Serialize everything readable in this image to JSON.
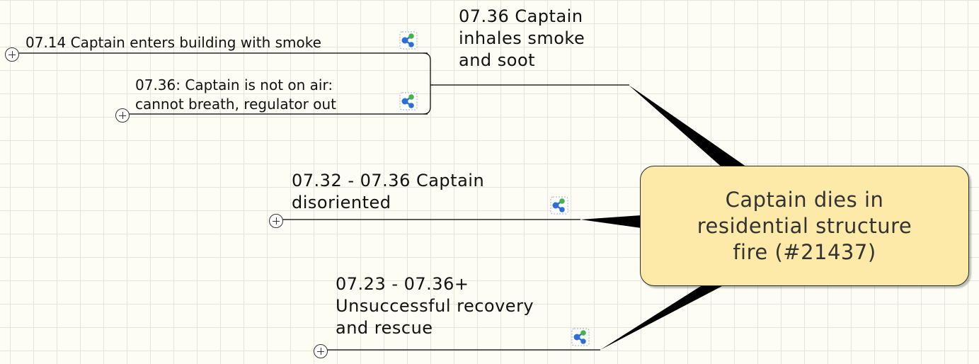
{
  "central_topic": {
    "label": "Captain dies in residential structure fire (#21437)"
  },
  "topics": [
    {
      "id": "inhales",
      "label": "07.36 Captain inhales smoke and soot"
    },
    {
      "id": "enters",
      "label": "07.14 Captain enters building with smoke"
    },
    {
      "id": "not_on_air",
      "label": "07.36: Captain is not on air: cannot breath, regulator out"
    },
    {
      "id": "disoriented",
      "label": "07.32 - 07.36 Captain disoriented"
    },
    {
      "id": "rescue",
      "label": "07.23 - 07.36+ Unsuccessful recovery and rescue"
    }
  ],
  "icons": {
    "expand": "expand-plus-icon",
    "link": "linked-map-icon"
  },
  "colors": {
    "central_fill": "#fde9a8",
    "grid": "#e3e4da",
    "background": "#fdfdf6",
    "icon_blue": "#2e6fd6"
  }
}
